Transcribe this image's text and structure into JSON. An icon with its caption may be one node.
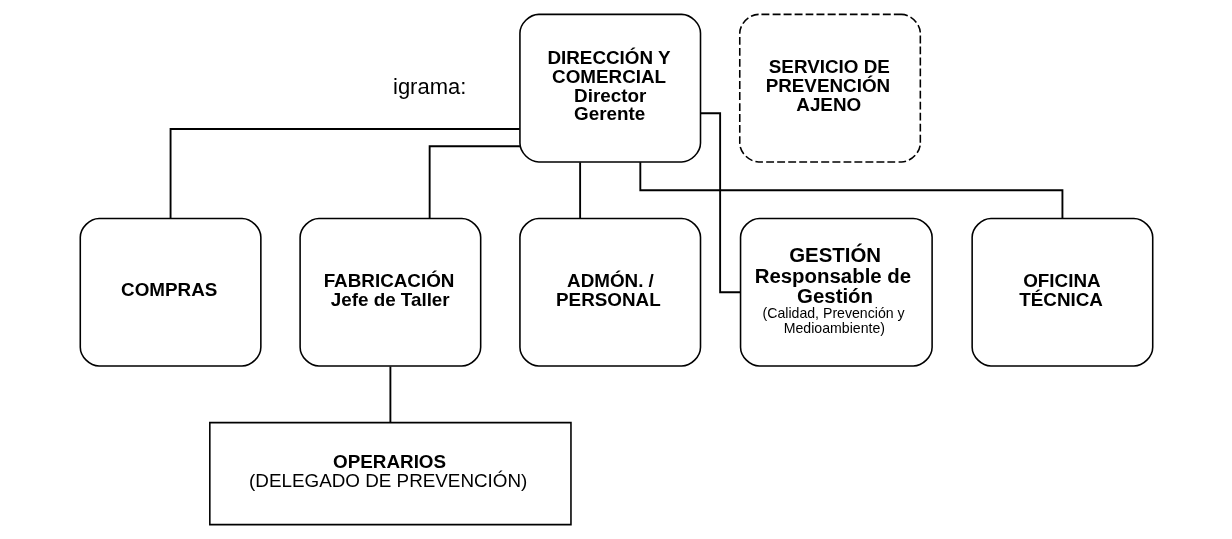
{
  "diagram": {
    "nodes": [
      {
        "text": [
          "DIRECCIÓN Y COMERCIAL",
          "Director Gerente"
        ]
      },
      {
        "text": [
          "SERVICIO DE PREVENCIÓN AJENO"
        ]
      },
      {
        "text": [
          "COMPRAS"
        ]
      },
      {
        "text": [
          "FABRICACIÓN",
          "Jefe de Taller"
        ]
      },
      {
        "text": [
          "ADMÓN. / PERSONAL"
        ]
      },
      {
        "text": [
          "GESTIÓN",
          "Responsable de Gestión",
          "(Calidad, Prevención y Medioambiente)"
        ]
      },
      {
        "text": [
          "OFICINA TÉCNICA"
        ]
      },
      {
        "text": [
          "OPERARIOS",
          "(DELEGADO DE PREVENCIÓN)"
        ]
      }
    ],
    "edges": [
      {
        "from": 0,
        "to": 2,
        "arrow": "none"
      },
      {
        "from": 0,
        "to": 3,
        "arrow": "none"
      },
      {
        "from": 0,
        "to": 4,
        "arrow": "none"
      },
      {
        "from": 0,
        "to": 5,
        "arrow": "none"
      },
      {
        "from": 0,
        "to": 6,
        "arrow": "none"
      },
      {
        "from": 3,
        "to": 7,
        "arrow": "none"
      }
    ],
    "labels": [
      "igrama:"
    ]
  }
}
